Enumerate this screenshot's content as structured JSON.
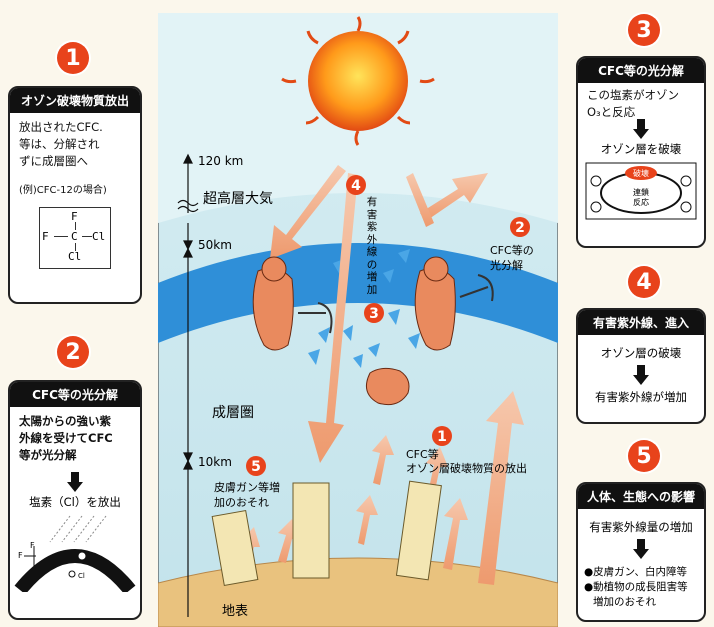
{
  "panels": {
    "p1": {
      "badge": "1",
      "title": "オゾン破壊物質放出",
      "lines": [
        "放出されたCFC.",
        "等は、分解され",
        "ずに成層圏へ"
      ],
      "example": "(例)CFC-12の場合)",
      "molecule": {
        "top": "F",
        "left": "F",
        "center": "C",
        "right": "Cl",
        "bottom": "Cl"
      }
    },
    "p2": {
      "badge": "2",
      "title": "CFC等の光分解",
      "lines": [
        "太陽からの強い紫",
        "外線を受けてCFC",
        "等が光分解"
      ],
      "result": "塩素（Cl）を放出",
      "fig_labels": [
        "F",
        "F",
        "Cl"
      ]
    },
    "p3": {
      "badge": "3",
      "title": "CFC等の光分解",
      "lines": [
        "この塩素がオゾン",
        "O₃と反応"
      ],
      "result": "オゾン層を破壊",
      "cycle_top": "破壊",
      "cycle_center": [
        "連鎖",
        "反応"
      ]
    },
    "p4": {
      "badge": "4",
      "title": "有害紫外線、進入",
      "line1": "オゾン層の破壊",
      "line2": "有害紫外線が増加"
    },
    "p5": {
      "badge": "5",
      "title": "人体、生態への影響",
      "line1": "有害紫外線量の増加",
      "effects": [
        "●皮膚ガン、白内障等",
        "●動植物の成長阻害等",
        "増加のおそれ"
      ]
    }
  },
  "scene": {
    "alt_120": "120 km",
    "alt_50": "50km",
    "alt_10": "10km",
    "layer_upper": "超高層大気",
    "layer_strat": "成層圏",
    "surface": "地表",
    "label_uv": [
      "有",
      "害",
      "紫",
      "外",
      "線",
      "の",
      "増",
      "加"
    ],
    "label_cfc_photolysis": [
      "CFC等の",
      "光分解"
    ],
    "label_release": [
      "CFC等",
      "オゾン層破壊物質の放出"
    ],
    "label_skin": [
      "皮膚ガン等増",
      "加のおそれ"
    ],
    "num1": "1",
    "num2": "2",
    "num3": "3",
    "num4": "4",
    "num5": "5"
  },
  "colors": {
    "accent": "#e8431b",
    "ozone": "#2f8fd8",
    "sky": "#cfe8ef",
    "ground": "#e9c27e",
    "arrow": "#f2a77e"
  }
}
